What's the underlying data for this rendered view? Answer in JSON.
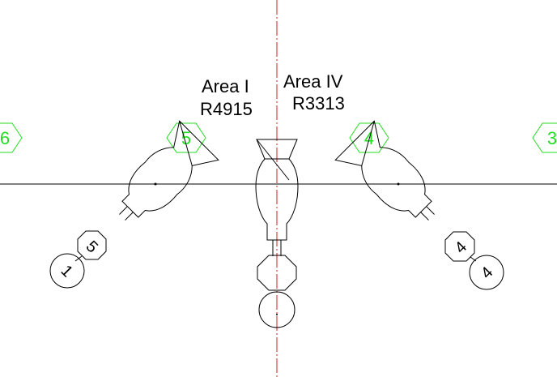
{
  "area_left": {
    "name": "Area I",
    "code": "R4915"
  },
  "area_right": {
    "name": "Area IV",
    "code": "R3313"
  },
  "hex_tags": {
    "far_left": "6",
    "left": "5",
    "right": "4",
    "far_right": "3"
  },
  "left_chain": {
    "octagon": "5",
    "circle": "1"
  },
  "right_chain": {
    "octagon": "4",
    "circle": "4"
  },
  "colors": {
    "center_line": "#cc2222",
    "tag_green": "#22dd22",
    "ink": "#000000"
  }
}
